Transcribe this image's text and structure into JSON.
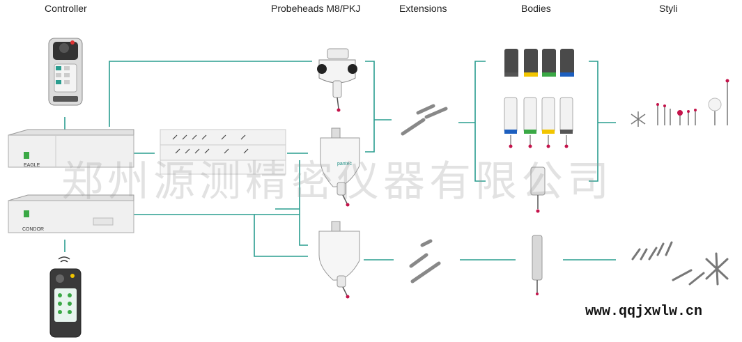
{
  "columns": {
    "controller": "Controller",
    "probeheads": "Probeheads M8/PKJ",
    "extensions": "Extensions",
    "bodies": "Bodies",
    "styli": "Styli"
  },
  "devices": {
    "eagle_label": "EAGLE",
    "condor_label": "CONDOR",
    "pantec_label": "pantec"
  },
  "watermark": "郑州源测精密仪器有限公司",
  "url": "www.qqjxwlw.cn",
  "colors": {
    "line": "#2a9d8f",
    "ring_gray": "#555555",
    "ring_yellow": "#f2c500",
    "ring_green": "#3aa845",
    "ring_blue": "#1d5fbf",
    "ruby": "#c4134a"
  }
}
